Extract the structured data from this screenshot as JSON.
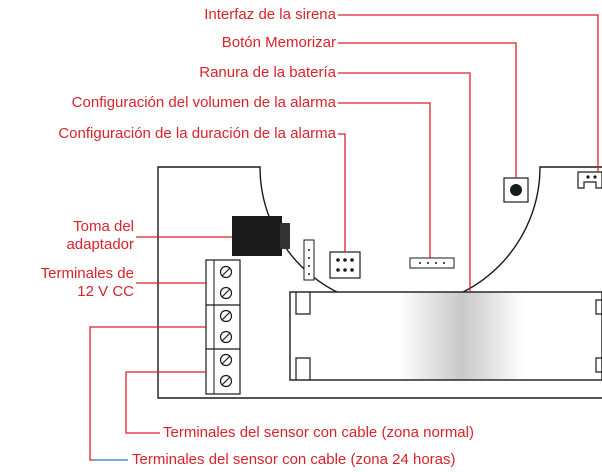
{
  "labels": {
    "siren_interface": "Interfaz de la sirena",
    "memorize_button": "Botón Memorizar",
    "battery_slot": "Ranura de la batería",
    "alarm_volume": "Configuración del volumen de la alarma",
    "alarm_duration": "Configuración de la duración de la alarma",
    "adapter_socket_line1": "Toma del",
    "adapter_socket_line2": "adaptador",
    "dc_terminals_line1": "Terminales de",
    "dc_terminals_line2": "12 V CC",
    "wired_sensor_normal": "Terminales del sensor con cable (zona normal)",
    "wired_sensor_24h": "Terminales del sensor con cable (zona 24 horas)"
  },
  "colors": {
    "callout": "#d8232a",
    "callout_blue": "#2b6fd6",
    "outline": "#1a1a1a",
    "board": "#ffffff"
  }
}
